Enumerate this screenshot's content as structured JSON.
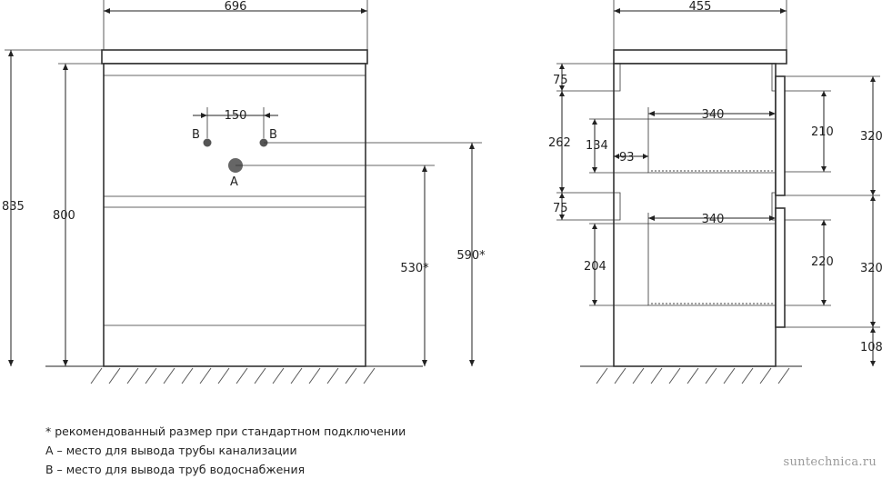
{
  "front": {
    "width": "696",
    "height_total": "835",
    "height_body": "800",
    "pipe_spacing": "150",
    "label_b_left": "B",
    "label_b_right": "B",
    "label_a": "A",
    "height_a": "530*",
    "height_b": "590*"
  },
  "side": {
    "depth": "455",
    "left_dims": [
      "75",
      "262",
      "75"
    ],
    "drawer1_width": "340",
    "drawer1_height": "134",
    "drawer1_offset": "93",
    "drawer2_width": "340",
    "drawer2_height": "204",
    "right_inner_1": "210",
    "right_inner_2": "220",
    "right_outer_1": "320",
    "right_outer_2": "320",
    "right_bottom": "108"
  },
  "notes": [
    "* рекомендованный размер при стандартном подключении",
    "А – место для вывода трубы канализации",
    "В – место для вывода труб водоснабжения"
  ],
  "watermark": "suntechnica.ru"
}
